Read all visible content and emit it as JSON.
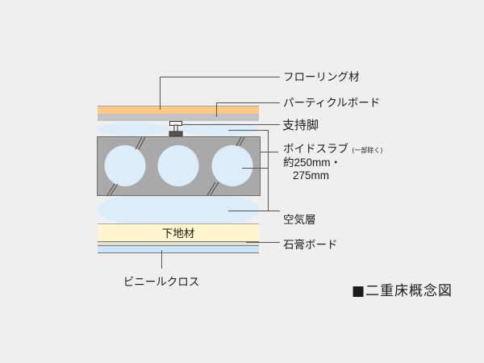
{
  "diagram": {
    "title": "■二重床概念図",
    "labels": {
      "flooring": "フローリング材",
      "particle_board": "パーティクルボード",
      "support_leg": "支持脚",
      "void_slab": "ボイドスラブ",
      "void_slab_note": "(一部除く)",
      "void_slab_thickness_1": "約250mm・",
      "void_slab_thickness_2": "275mm",
      "air_layer": "空気層",
      "base_material": "下地材",
      "gypsum_board": "石膏ボード",
      "vinyl_cloth": "ビニールクロス"
    },
    "colors": {
      "background": "#efefef",
      "flooring": "#fcc985",
      "particle_board": "#c4c4c4",
      "air": "#dcedf9",
      "slab": "#a9a9a9",
      "base_material": "#fff6cf",
      "gypsum_board": "#e6dfca",
      "vinyl_cloth": "#cce5f6",
      "leader_lines": "#555555"
    }
  }
}
